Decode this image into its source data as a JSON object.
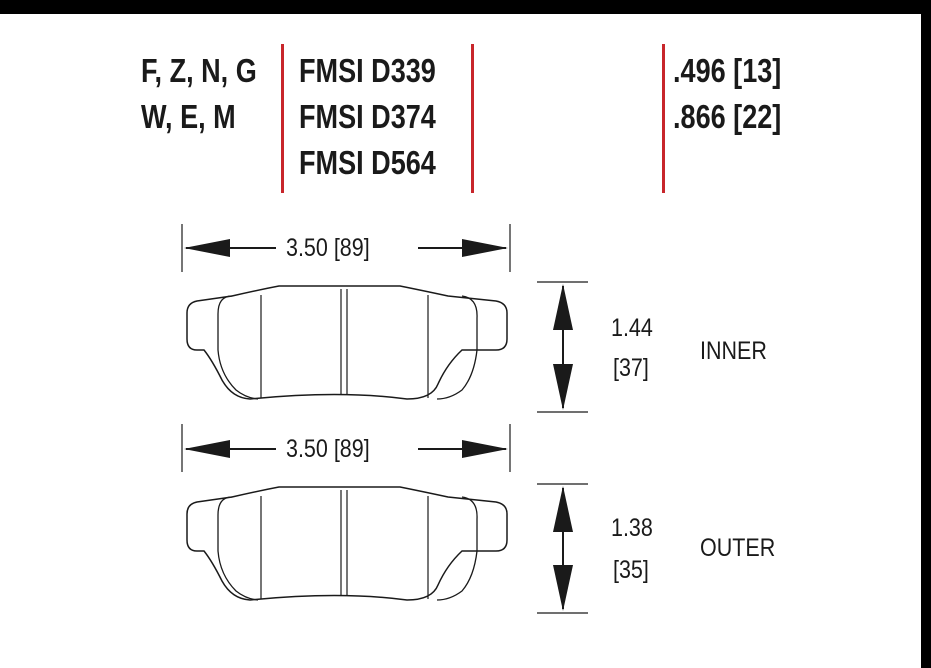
{
  "header": {
    "compounds": [
      "F, Z, N, G",
      "W, E, M"
    ],
    "fmsi": [
      "FMSI D339",
      "FMSI D374",
      "FMSI D564"
    ],
    "thickness": [
      ".496 [13]",
      ".866 [22]"
    ]
  },
  "inner_pad": {
    "width_label": "3.50 [89]",
    "height_label": "1.44",
    "height_metric": "[37]",
    "position_label": "INNER"
  },
  "outer_pad": {
    "width_label": "3.50 [89]",
    "height_label": "1.38",
    "height_metric": "[35]",
    "position_label": "OUTER"
  },
  "colors": {
    "divider": "#c8262b",
    "ink": "#1a1a1a",
    "frame": "#000000"
  }
}
